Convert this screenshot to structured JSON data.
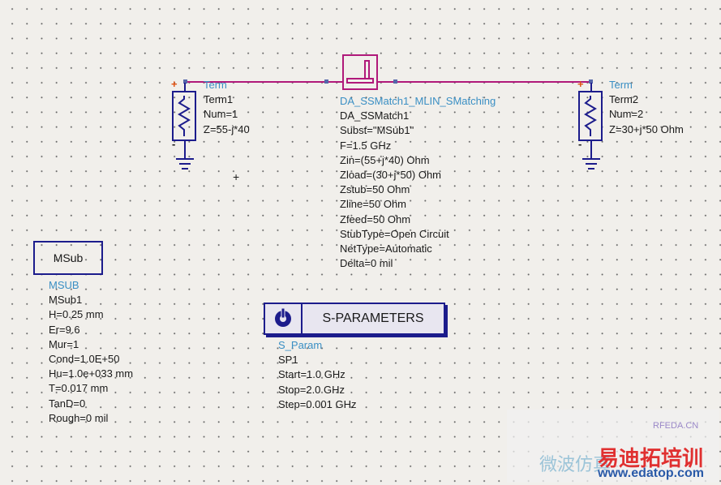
{
  "term1": {
    "type": "Term",
    "name": "Term1",
    "num": "Num=1",
    "z": "Z=55-j*40"
  },
  "term2": {
    "type": "Term",
    "name": "Term2",
    "num": "Num=2",
    "z": "Z=30+j*50 Ohm"
  },
  "ssmatch": {
    "type": "DA_SSMatch1_MLIN_SMatching",
    "lines": [
      "DA_SSMatch1",
      "Subst=\"MSub1\"",
      "F=1.5 GHz",
      "Zin=(55+j*40) Ohm",
      "Zload=(30+j*50) Ohm",
      "Zstub=50 Ohm",
      "Zline=50 Ohm",
      "Zfeed=50 Ohm",
      "StubType=Open Circuit",
      "NetType=Automatic",
      "Delta=0 mil"
    ]
  },
  "msub": {
    "box_label": "MSub",
    "type": "MSUB",
    "lines": [
      "MSub1",
      "H=0.25 mm",
      "Er=9.6",
      "Mur=1",
      "Cond=1.0E+50",
      "Hu=1.0e+033 mm",
      "T=0.017 mm",
      "TanD=0",
      "Rough=0 mil"
    ]
  },
  "sparam": {
    "box_label": "S-PARAMETERS",
    "type": "S_Param",
    "lines": [
      "SP1",
      "Start=1.0 GHz",
      "Stop=2.0 GHz",
      "Step=0.001 GHz"
    ]
  },
  "watermark": {
    "site": "RFEDA.CN",
    "brand": "易迪拓培训",
    "url": "www.edatop.com",
    "cn": "微波仿真"
  },
  "colors": {
    "wire": "#b0197a",
    "symbol": "#1c1c8c",
    "param_name": "#3a8fc4"
  }
}
